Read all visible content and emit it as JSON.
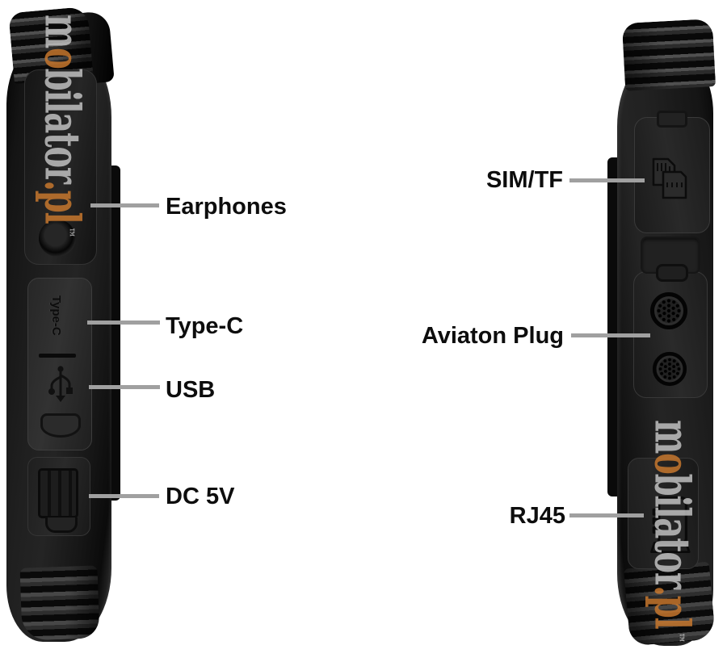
{
  "style": {
    "label_color": "#0d0d0d",
    "leader_color": "#a0a0a0",
    "watermark_gray": "#c6c6c6",
    "watermark_orange": "#cc7a2e"
  },
  "watermark": {
    "prefix": "m",
    "accent_letter": "o",
    "middle": "bilator",
    "domain": ".pl",
    "trademark": "™"
  },
  "left_device": {
    "engravings": {
      "typec": "Type-C"
    },
    "callouts": [
      {
        "id": "earphones",
        "label": "Earphones"
      },
      {
        "id": "typec",
        "label": "Type-C"
      },
      {
        "id": "usb",
        "label": "USB"
      },
      {
        "id": "dc5v",
        "label": "DC 5V"
      }
    ]
  },
  "right_device": {
    "callouts": [
      {
        "id": "simtf",
        "label": "SIM/TF"
      },
      {
        "id": "aviaton",
        "label": "Aviaton Plug"
      },
      {
        "id": "rj45",
        "label": "RJ45"
      }
    ]
  }
}
